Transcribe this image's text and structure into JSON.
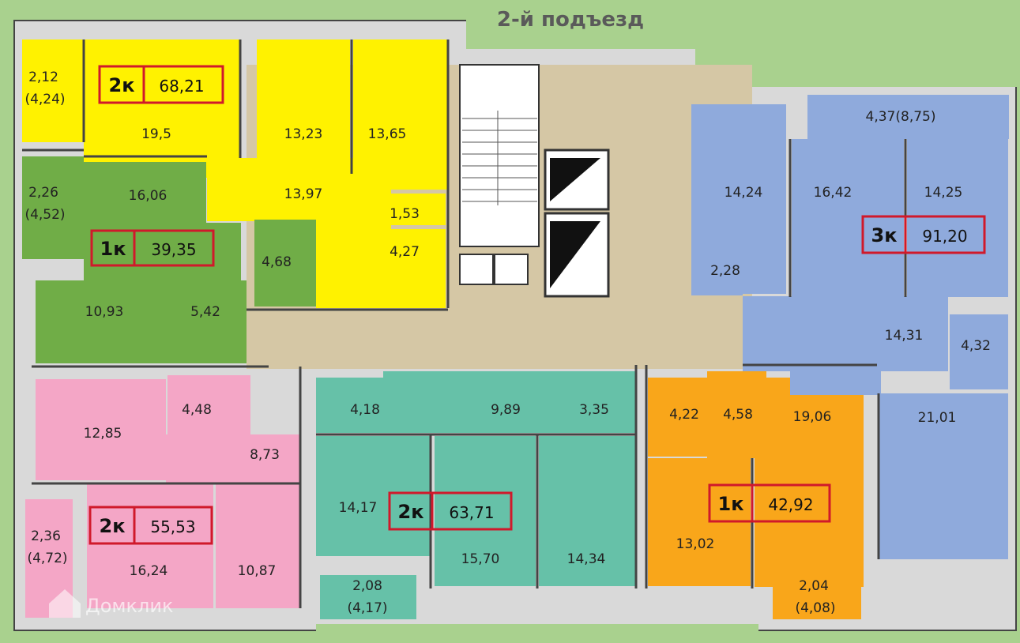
{
  "header": {
    "title": "2-й подъезд"
  },
  "watermark": {
    "text": "Домклик"
  },
  "colors": {
    "background": "#a9d18e",
    "wall": "#d9d9d9",
    "yellow_apartment": "#fff200",
    "green_apartment": "#70ad47",
    "pink_apartment": "#f4a6c6",
    "teal_apartment": "#66c1a8",
    "orange_apartment": "#f9a61a",
    "blue_apartment": "#8faadc",
    "common_area": "#d5c7a5",
    "badge_border": "#d0192b"
  },
  "apartments": [
    {
      "id": "yellow",
      "type": "2к",
      "area": "68,21",
      "rooms": [
        "2,12",
        "(4,24)",
        "19,5",
        "13,23",
        "13,65",
        "13,97",
        "1,53",
        "4,27"
      ]
    },
    {
      "id": "green",
      "type": "1к",
      "area": "39,35",
      "rooms": [
        "2,26",
        "(4,52)",
        "16,06",
        "4,68",
        "10,93",
        "5,42"
      ]
    },
    {
      "id": "pink",
      "type": "2к",
      "area": "55,53",
      "rooms": [
        "12,85",
        "4,48",
        "8,73",
        "2,36",
        "(4,72)",
        "16,24",
        "10,87"
      ]
    },
    {
      "id": "teal",
      "type": "2к",
      "area": "63,71",
      "rooms": [
        "4,18",
        "9,89",
        "3,35",
        "14,17",
        "15,70",
        "14,34",
        "2,08",
        "(4,17)"
      ]
    },
    {
      "id": "orange",
      "type": "1к",
      "area": "42,92",
      "rooms": [
        "4,22",
        "4,58",
        "19,06",
        "13,02",
        "2,04",
        "(4,08)"
      ]
    },
    {
      "id": "blue",
      "type": "3к",
      "area": "91,20",
      "rooms": [
        "4,37(8,75)",
        "14,24",
        "16,42",
        "14,25",
        "2,28",
        "14,31",
        "4,32",
        "21,01"
      ]
    }
  ]
}
